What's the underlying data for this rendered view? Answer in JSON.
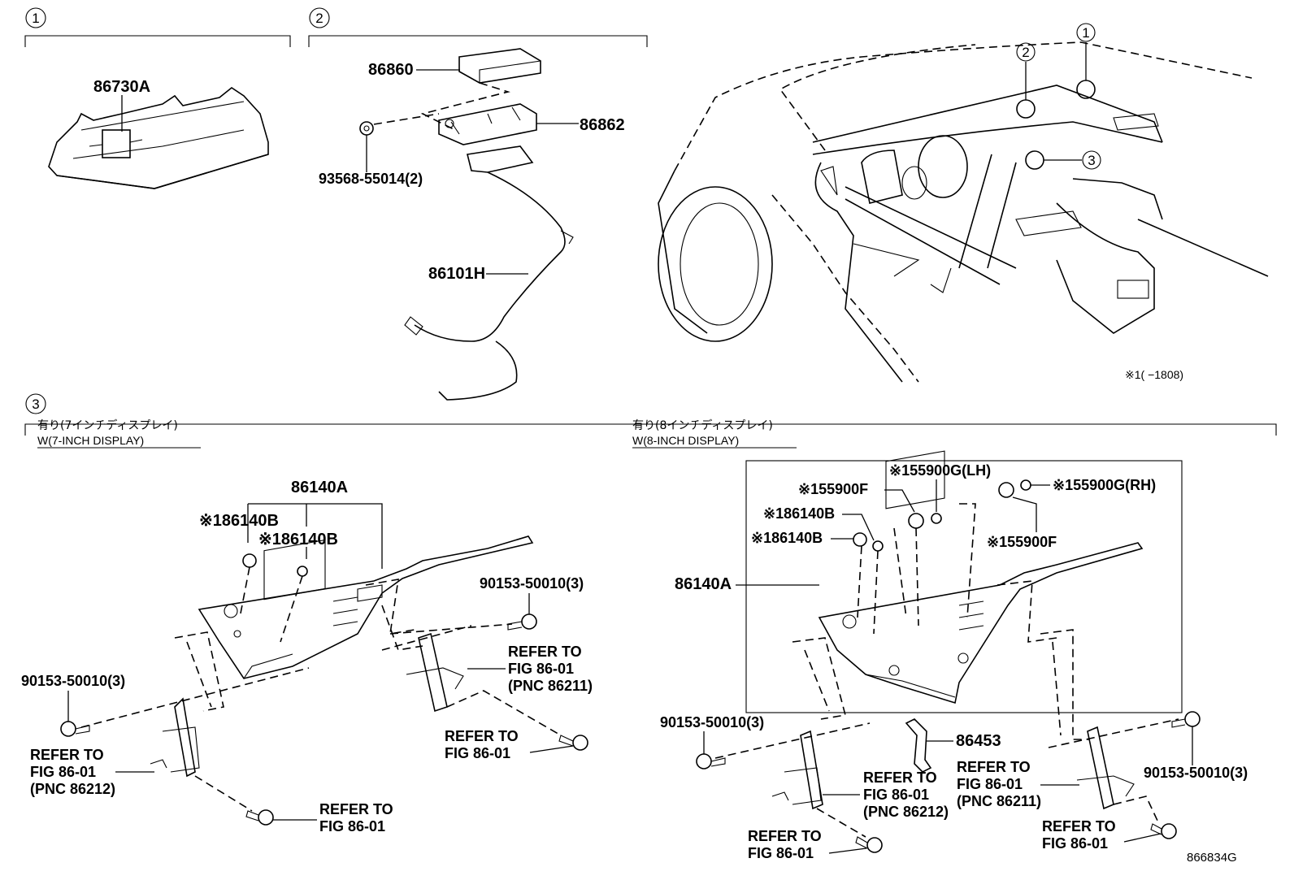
{
  "sections": [
    {
      "num": "1"
    },
    {
      "num": "2"
    },
    {
      "num": "3"
    }
  ],
  "callouts": [
    "1",
    "2",
    "3"
  ],
  "section1": {
    "part": "86730A"
  },
  "section2": {
    "p86860": "86860",
    "p86862": "86862",
    "p93568": "93568-55014(2)",
    "p86101H": "86101H"
  },
  "note_car": "※1(      −1808)",
  "left": {
    "heading_jp": "有り(7インチディスプレイ)",
    "heading_en": "W(7-INCH DISPLAY)",
    "p86140A": "86140A",
    "p86140B_a": "※186140B",
    "p86140B_b": "※186140B",
    "bolt_right": "90153-50010(3)",
    "bolt_left": "90153-50010(3)",
    "ref_right_1": "REFER TO",
    "ref_right_2": "FIG 86-01",
    "ref_right_3": "(PNC 86211)",
    "ref_mid_1": "REFER TO",
    "ref_mid_2": "FIG 86-01",
    "ref_left_1": "REFER TO",
    "ref_left_2": "FIG 86-01",
    "ref_left_3": "(PNC 86212)",
    "ref_bot_1": "REFER TO",
    "ref_bot_2": "FIG 86-01"
  },
  "right": {
    "heading_jp": "有り(8インチディスプレイ)",
    "heading_en": "W(8-INCH DISPLAY)",
    "p55900G_LH": "※155900G(LH)",
    "p55900G_RH": "※155900G(RH)",
    "p55900F_a": "※155900F",
    "p55900F_b": "※155900F",
    "p86140B_a": "※186140B",
    "p86140B_b": "※186140B",
    "p86140A": "86140A",
    "p86453": "86453",
    "bolt_left": "90153-50010(3)",
    "bolt_right": "90153-50010(3)",
    "ref_mid_1": "REFER TO",
    "ref_mid_2": "FIG 86-01",
    "ref_mid_3": "(PNC 86212)",
    "ref_r_1": "REFER TO",
    "ref_r_2": "FIG 86-01",
    "ref_r_3": "(PNC 86211)",
    "ref_bl_1": "REFER TO",
    "ref_bl_2": "FIG 86-01",
    "ref_br_1": "REFER TO",
    "ref_br_2": "FIG 86-01"
  },
  "figure_id": "866834G"
}
